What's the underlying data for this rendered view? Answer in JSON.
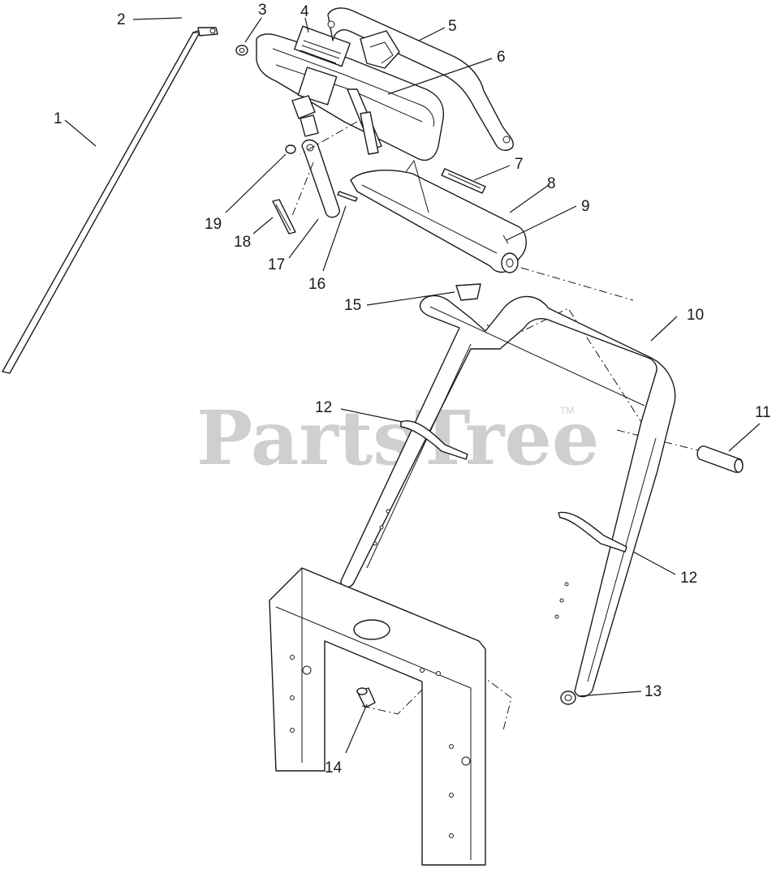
{
  "watermark": {
    "brand": "PartsTree",
    "trademark": "TM"
  },
  "callouts": {
    "c1": "1",
    "c2": "2",
    "c3": "3",
    "c4": "4",
    "c5": "5",
    "c6": "6",
    "c7": "7",
    "c8": "8",
    "c9": "9",
    "c10": "10",
    "c11": "11",
    "c12a": "12",
    "c12b": "12",
    "c13": "13",
    "c14": "14",
    "c15": "15",
    "c16": "16",
    "c17": "17",
    "c18": "18",
    "c19": "19"
  }
}
